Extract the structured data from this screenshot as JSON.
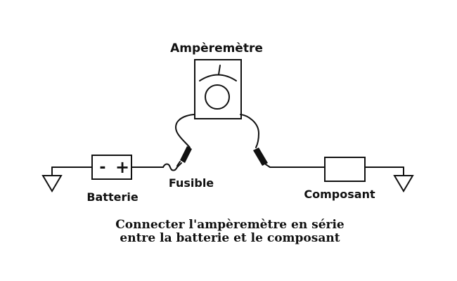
{
  "labels": {
    "ammeter": "Ampèremètre",
    "battery": "Batterie",
    "battery_minus": "-",
    "battery_plus": "+",
    "fuse": "Fusible",
    "component": "Composant"
  },
  "caption": {
    "line1": "Connecter l'ampèremètre en série",
    "line2": "entre la batterie et le composant"
  }
}
